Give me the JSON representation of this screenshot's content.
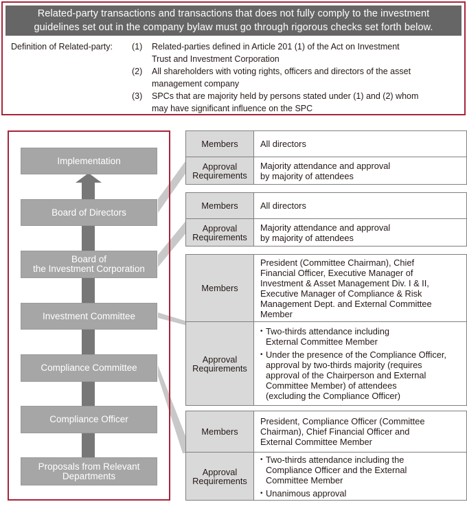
{
  "banner": {
    "line1": "Related-party transactions and transactions that does not fully comply to the investment",
    "line2": "guidelines set out in the company bylaw must go through rigorous checks set forth below."
  },
  "definition": {
    "label": "Definition of Related-party:",
    "items": [
      {
        "num": "(1)",
        "line1": "Related-parties defined in Article 201 (1) of the Act on Investment",
        "line2": "Trust and Investment Corporation"
      },
      {
        "num": "(2)",
        "line1": "All shareholders with voting rights, officers and directors of the asset",
        "line2": "management company"
      },
      {
        "num": "(3)",
        "line1": "SPCs that are majority held by persons stated under (1) and (2)  whom",
        "line2": "may have significant influence on the SPC"
      }
    ]
  },
  "flow": {
    "implementation": "Implementation",
    "board_directors": "Board of Directors",
    "board_invest_1": "Board of",
    "board_invest_2": "the Investment Corporation",
    "investment_committee": "Investment Committee",
    "compliance_committee": "Compliance Committee",
    "compliance_officer": "Compliance Officer",
    "proposals_1": "Proposals from Relevant",
    "proposals_2": "Departments"
  },
  "headers": {
    "members": "Members",
    "approval_1": "Approval",
    "approval_2": "Requirements"
  },
  "table_board_directors": {
    "members": "All directors",
    "approval_1": "Majority attendance and approval",
    "approval_2": "by majority of attendees"
  },
  "table_board_investment": {
    "members": "All directors",
    "approval_1": "Majority attendance and approval",
    "approval_2": "by majority of attendees"
  },
  "table_investment_committee": {
    "members": [
      "President (Committee Chairman), Chief",
      "Financial Officer, Executive Manager of",
      "Investment & Asset Management Div. I & II,",
      "Executive Manager of Compliance & Risk",
      "Management Dept. and External Committee",
      "Member"
    ],
    "bullet1": [
      "Two-thirds attendance including",
      "External Committee Member"
    ],
    "bullet2": [
      "Under the presence of the Compliance Officer,",
      "approval by two-thirds majority (requires",
      "approval of the Chairperson and External",
      "Committee Member) of attendees",
      "(excluding the Compliance Officer)"
    ]
  },
  "table_compliance_committee": {
    "members": [
      "President, Compliance Officer (Committee",
      "Chairman), Chief Financial Officer and",
      "External Committee Member"
    ],
    "bullet1": [
      "Two-thirds attendance including the",
      "Compliance Officer and the External",
      "Committee Member"
    ],
    "bullet2": [
      "Unanimous approval"
    ]
  },
  "colors": {
    "frame_red": "#a8233a",
    "banner_gray": "#666666",
    "step_gray": "#a6a6a6",
    "header_gray": "#d9d9d9"
  }
}
